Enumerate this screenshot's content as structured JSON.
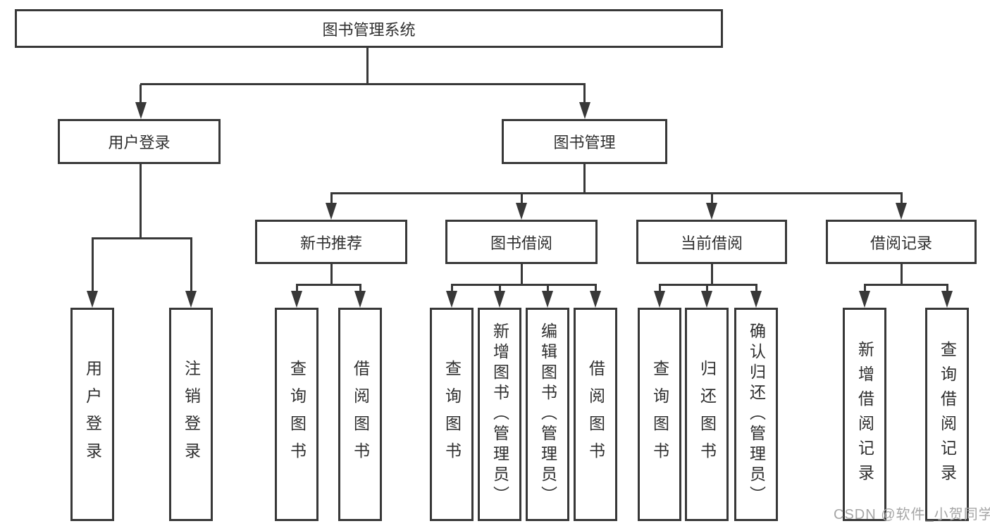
{
  "diagram": {
    "type": "tree",
    "colors": {
      "line": "#383838",
      "text": "#2f2f2f",
      "background": "#ffffff",
      "watermark": "#a6a6a6"
    },
    "tree": {
      "root": {
        "label": "图书管理系统"
      },
      "branches": [
        {
          "label": "用户登录",
          "children": [
            {
              "label": "用户登录"
            },
            {
              "label": "注销登录"
            }
          ]
        },
        {
          "label": "图书管理",
          "groups": [
            {
              "label": "新书推荐",
              "children": [
                {
                  "label": "查询图书"
                },
                {
                  "label": "借阅图书"
                }
              ]
            },
            {
              "label": "图书借阅",
              "children": [
                {
                  "label": "查询图书"
                },
                {
                  "label": "新增图书（管理员）"
                },
                {
                  "label": "编辑图书（管理员）"
                },
                {
                  "label": "借阅图书"
                }
              ]
            },
            {
              "label": "当前借阅",
              "children": [
                {
                  "label": "查询图书"
                },
                {
                  "label": "归还图书"
                },
                {
                  "label": "确认归还（管理员）"
                }
              ]
            },
            {
              "label": "借阅记录",
              "children": [
                {
                  "label": "新增借阅记录"
                },
                {
                  "label": "查询借阅记录"
                }
              ]
            }
          ]
        }
      ]
    },
    "watermark": "CSDN @软件_小贺同学"
  }
}
